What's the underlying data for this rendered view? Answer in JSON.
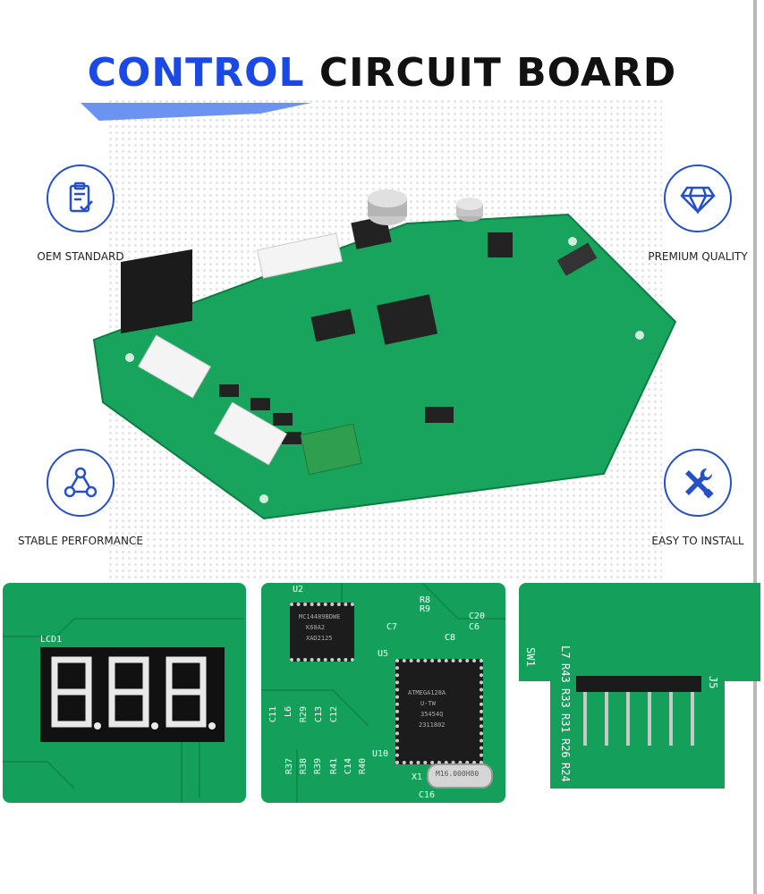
{
  "header": {
    "title_highlight": "CONTROL",
    "title_rest": "CIRCUIT BOARD"
  },
  "features": [
    {
      "label": "OEM STANDARD",
      "icon": "clipboard-check-icon"
    },
    {
      "label": "PREMIUM QUALITY",
      "icon": "diamond-icon"
    },
    {
      "label": "STABLE PERFORMANCE",
      "icon": "network-nodes-icon"
    },
    {
      "label": "EASY TO INSTALL",
      "icon": "wrench-screwdriver-icon"
    }
  ],
  "colors": {
    "accent": "#1a49e6",
    "pcb": "#14a05a",
    "icon_stroke": "#2550c8"
  },
  "details": {
    "display_panel": {
      "label": "LCD1"
    },
    "mcu_panel": {
      "u2_label": "U2",
      "u2_text": [
        "MC14489BDWE",
        "K60A2",
        "XAD2125"
      ],
      "u5_label": "U5",
      "u5_text": [
        "ATMEGA128A",
        "U-TW",
        "35454Q",
        "2311802"
      ],
      "crystal_label": "X1",
      "crystal_text": "M16.000H80",
      "components_top": [
        "R8",
        "R9",
        "C7",
        "C8",
        "C20",
        "C6"
      ],
      "components_left": [
        "C11",
        "L6",
        "R29",
        "C13",
        "C12"
      ],
      "components_bottom": [
        "R37",
        "R38",
        "R39",
        "R41",
        "C14",
        "R40"
      ],
      "u10_label": "U10",
      "c16_label": "C16"
    },
    "header_panel": {
      "components": [
        "L7",
        "R43",
        "R33",
        "R31",
        "R26",
        "R24"
      ],
      "switch_label": "SW1",
      "connector_label": "J5"
    }
  }
}
